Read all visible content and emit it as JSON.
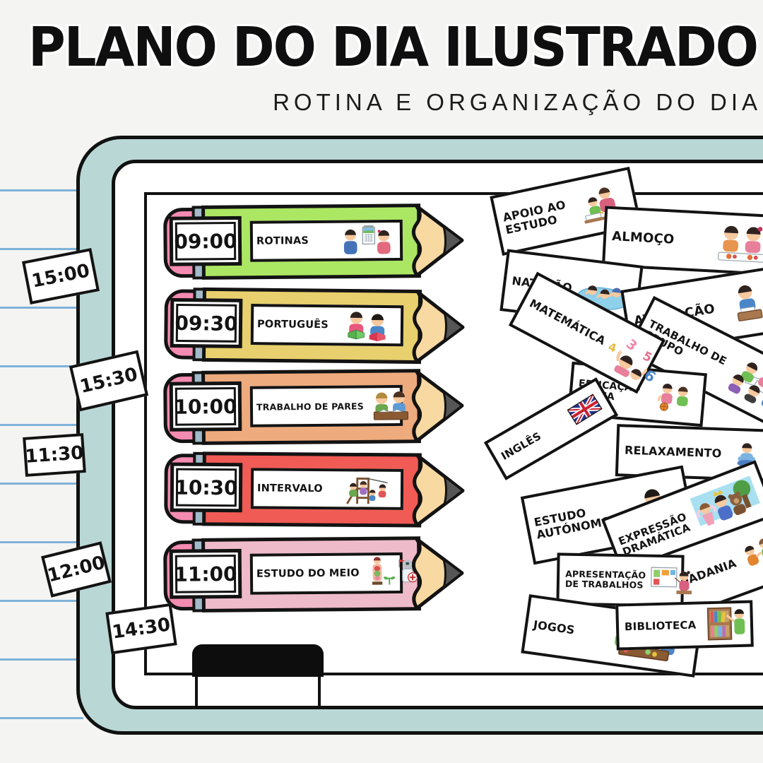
{
  "page": {
    "title": "PLANO DO DIA ILUSTRADO",
    "subtitle": "ROTINA E ORGANIZAÇÃO DO DIA"
  },
  "schedule": [
    {
      "time": "09:00",
      "label": "ROTINAS",
      "icon": "kids-calendar",
      "color": "#ace763"
    },
    {
      "time": "09:30",
      "label": "PORTUGUÊS",
      "icon": "kids-reading",
      "color": "#e8d06e"
    },
    {
      "time": "10:00",
      "label": "TRABALHO DE PARES",
      "icon": "kids-desk",
      "color": "#eeab7d"
    },
    {
      "time": "10:30",
      "label": "INTERVALO",
      "icon": "playground",
      "color": "#f15b55"
    },
    {
      "time": "11:00",
      "label": "ESTUDO DO MEIO",
      "icon": "anatomy-knight",
      "color": "#eebbca"
    }
  ],
  "time_tags": [
    "15:00",
    "15:30",
    "11:30",
    "12:00",
    "14:30"
  ],
  "activity_cards": [
    {
      "label": "APOIO AO ESTUDO",
      "icon": "study-help"
    },
    {
      "label": "ALMOÇO",
      "icon": "lunch"
    },
    {
      "label": "NATAÇÃO",
      "icon": "swimming"
    },
    {
      "label": "AVALIAÇÃO",
      "icon": "exam"
    },
    {
      "label": "MATEMÁTICA",
      "icon": "math"
    },
    {
      "label": "TRABALHO DE GRUPO",
      "icon": "group-work"
    },
    {
      "label": "EDUCAÇÃO FÍSICA",
      "icon": "basketball"
    },
    {
      "label": "INGLÊS",
      "icon": "uk-flag"
    },
    {
      "label": "RELAXAMENTO",
      "icon": "meditation"
    },
    {
      "label": "ESTUDO AUTÓNOMO",
      "icon": "reading-book"
    },
    {
      "label": "EXPRESSÃO DRAMÁTICA",
      "icon": "costumes"
    },
    {
      "label": "CIDADANIA",
      "icon": "holding-hands"
    },
    {
      "label": "APRESENTAÇÃO DE TRABALHOS",
      "icon": "presentation"
    },
    {
      "label": "JOGOS",
      "icon": "board-game"
    },
    {
      "label": "BIBLIOTECA",
      "icon": "bookshelf"
    }
  ],
  "colors": {
    "frame_teal": "#b9d8d5",
    "eraser_pink": "#f48bb0",
    "ferrule_gray": "#a2bac9",
    "wood_tan": "#f8d9a2",
    "pencil_tip_gray": "#565656",
    "paper_line_blue": "#7fb2d9",
    "outline_black": "#131313"
  }
}
